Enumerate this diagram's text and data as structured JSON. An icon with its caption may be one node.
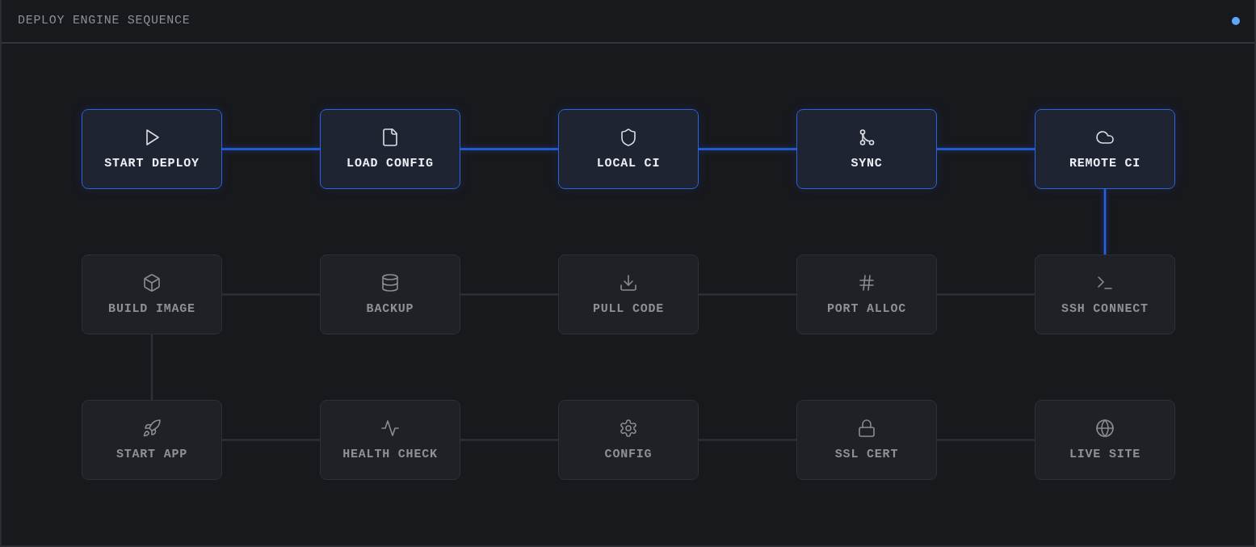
{
  "diagram": {
    "title": "DEPLOY ENGINE SEQUENCE",
    "nodes": [
      {
        "text": [
          "START DEPLOY"
        ]
      },
      {
        "text": [
          "LOAD CONFIG"
        ]
      },
      {
        "text": [
          "LOCAL CI"
        ]
      },
      {
        "text": [
          "SYNC"
        ]
      },
      {
        "text": [
          "REMOTE CI"
        ]
      },
      {
        "text": [
          "BUILD IMAGE"
        ]
      },
      {
        "text": [
          "BACKUP"
        ]
      },
      {
        "text": [
          "PULL CODE"
        ]
      },
      {
        "text": [
          "PORT ALLOC"
        ]
      },
      {
        "text": [
          "SSH CONNECT"
        ]
      },
      {
        "text": [
          "START APP"
        ]
      },
      {
        "text": [
          "HEALTH CHECK"
        ]
      },
      {
        "text": [
          "CONFIG"
        ]
      },
      {
        "text": [
          "SSL CERT"
        ]
      },
      {
        "text": [
          "LIVE SITE"
        ]
      }
    ],
    "edges": [
      {
        "from": 0,
        "to": 1,
        "arrow": "none",
        "color": "#2563eb"
      },
      {
        "from": 1,
        "to": 2,
        "arrow": "none",
        "color": "#2563eb"
      },
      {
        "from": 2,
        "to": 3,
        "arrow": "none",
        "color": "#2563eb"
      },
      {
        "from": 3,
        "to": 4,
        "arrow": "none",
        "color": "#2563eb"
      },
      {
        "from": 4,
        "to": 9,
        "arrow": "none",
        "color": "#2563eb"
      },
      {
        "from": 9,
        "to": 8,
        "arrow": "none"
      },
      {
        "from": 8,
        "to": 7,
        "arrow": "none"
      },
      {
        "from": 7,
        "to": 6,
        "arrow": "none"
      },
      {
        "from": 6,
        "to": 5,
        "arrow": "none"
      },
      {
        "from": 5,
        "to": 10,
        "arrow": "none"
      },
      {
        "from": 10,
        "to": 11,
        "arrow": "none"
      },
      {
        "from": 11,
        "to": 12,
        "arrow": "none"
      },
      {
        "from": 12,
        "to": 13,
        "arrow": "none"
      },
      {
        "from": 13,
        "to": 14,
        "arrow": "none"
      }
    ]
  }
}
